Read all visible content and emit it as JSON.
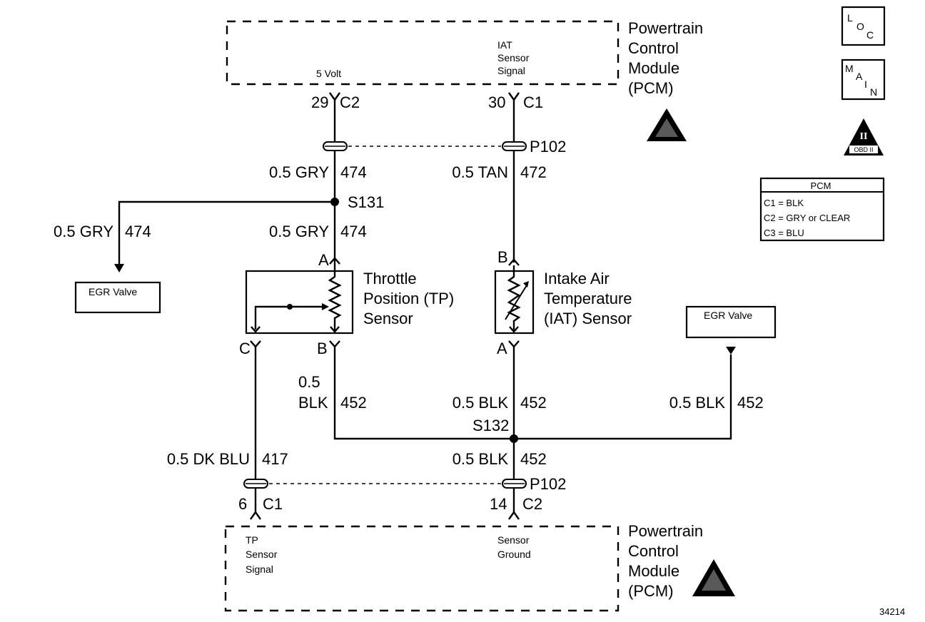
{
  "pcm_top": {
    "title_lines": [
      "Powertrain",
      "Control",
      "Module",
      "(PCM)"
    ],
    "pin_5volt": "5 Volt",
    "iat_signal_lines": [
      "IAT",
      "Sensor",
      "Signal"
    ],
    "conn_left_pin": "29",
    "conn_left_id": "C2",
    "conn_right_pin": "30",
    "conn_right_id": "C1"
  },
  "pcm_bottom": {
    "title_lines": [
      "Powertrain",
      "Control",
      "Module",
      "(PCM)"
    ],
    "tp_signal_lines": [
      "TP",
      "Sensor",
      "Signal"
    ],
    "ground_lines": [
      "Sensor",
      "Ground"
    ],
    "conn_left_pin": "6",
    "conn_left_id": "C1",
    "conn_right_pin": "14",
    "conn_right_id": "C2"
  },
  "connectors": {
    "p102_top": "P102",
    "p102_bottom": "P102"
  },
  "splices": {
    "s131": "S131",
    "s132": "S132"
  },
  "wires": {
    "gry_top": {
      "gauge": "0.5 GRY",
      "circuit": "474"
    },
    "tan": {
      "gauge": "0.5 TAN",
      "circuit": "472"
    },
    "gry_left": {
      "gauge": "0.5 GRY",
      "circuit": "474"
    },
    "gry_mid": {
      "gauge": "0.5 GRY",
      "circuit": "474"
    },
    "blk_tp_gauge_1": "0.5",
    "blk_tp_gauge_2": "BLK",
    "blk_tp_circuit": "452",
    "blk_iat": {
      "gauge": "0.5 BLK",
      "circuit": "452"
    },
    "blk_egr": {
      "gauge": "0.5 BLK",
      "circuit": "452"
    },
    "blk_bottom": {
      "gauge": "0.5 BLK",
      "circuit": "452"
    },
    "dkblu": {
      "gauge": "0.5 DK BLU",
      "circuit": "417"
    }
  },
  "components": {
    "tp_sensor_lines": [
      "Throttle",
      "Position (TP)",
      "Sensor"
    ],
    "tp_pin_a": "A",
    "tp_pin_b": "B",
    "tp_pin_c": "C",
    "iat_sensor_lines": [
      "Intake Air",
      "Temperature",
      "(IAT) Sensor"
    ],
    "iat_pin_b": "B",
    "iat_pin_a": "A",
    "egr_left": "EGR Valve",
    "egr_right": "EGR Valve"
  },
  "legend": {
    "title": "PCM",
    "rows": [
      "C1 = BLK",
      "C2 = GRY or CLEAR",
      "C3 = BLU"
    ]
  },
  "badges": {
    "loc": [
      "L",
      "O",
      "C"
    ],
    "main": [
      "M",
      "A",
      "I",
      "N"
    ],
    "obd_numeral": "II",
    "obd_text": "OBD II"
  },
  "figure_number": "34214"
}
